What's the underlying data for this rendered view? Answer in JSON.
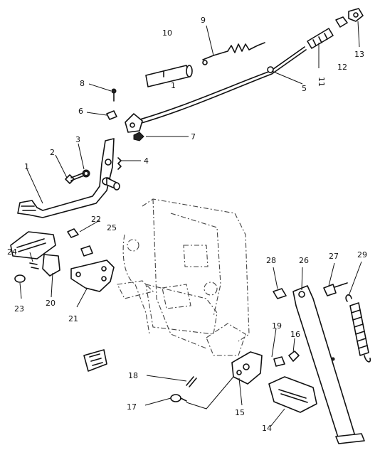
{
  "callouts": [
    {
      "id": "1",
      "label": "1"
    },
    {
      "id": "1b",
      "label": "1"
    },
    {
      "id": "2",
      "label": "2"
    },
    {
      "id": "3",
      "label": "3"
    },
    {
      "id": "4",
      "label": "4"
    },
    {
      "id": "5",
      "label": "5"
    },
    {
      "id": "6",
      "label": "6"
    },
    {
      "id": "7",
      "label": "7"
    },
    {
      "id": "8",
      "label": "8"
    },
    {
      "id": "9",
      "label": "9"
    },
    {
      "id": "10",
      "label": "10"
    },
    {
      "id": "11",
      "label": "11"
    },
    {
      "id": "12",
      "label": "12"
    },
    {
      "id": "13",
      "label": "13"
    },
    {
      "id": "14",
      "label": "14"
    },
    {
      "id": "15",
      "label": "15"
    },
    {
      "id": "16",
      "label": "16"
    },
    {
      "id": "17",
      "label": "17"
    },
    {
      "id": "18",
      "label": "18"
    },
    {
      "id": "19",
      "label": "19"
    },
    {
      "id": "20",
      "label": "20"
    },
    {
      "id": "21",
      "label": "21"
    },
    {
      "id": "22",
      "label": "22"
    },
    {
      "id": "23",
      "label": "23"
    },
    {
      "id": "24",
      "label": "24"
    },
    {
      "id": "25",
      "label": "25"
    },
    {
      "id": "26",
      "label": "26"
    },
    {
      "id": "27",
      "label": "27"
    },
    {
      "id": "28",
      "label": "28"
    },
    {
      "id": "29",
      "label": "29"
    }
  ],
  "icons": {
    "logo": "yamaha-tuning-fork-logo"
  },
  "colors": {
    "ink": "#111111",
    "paper": "#ffffff"
  }
}
